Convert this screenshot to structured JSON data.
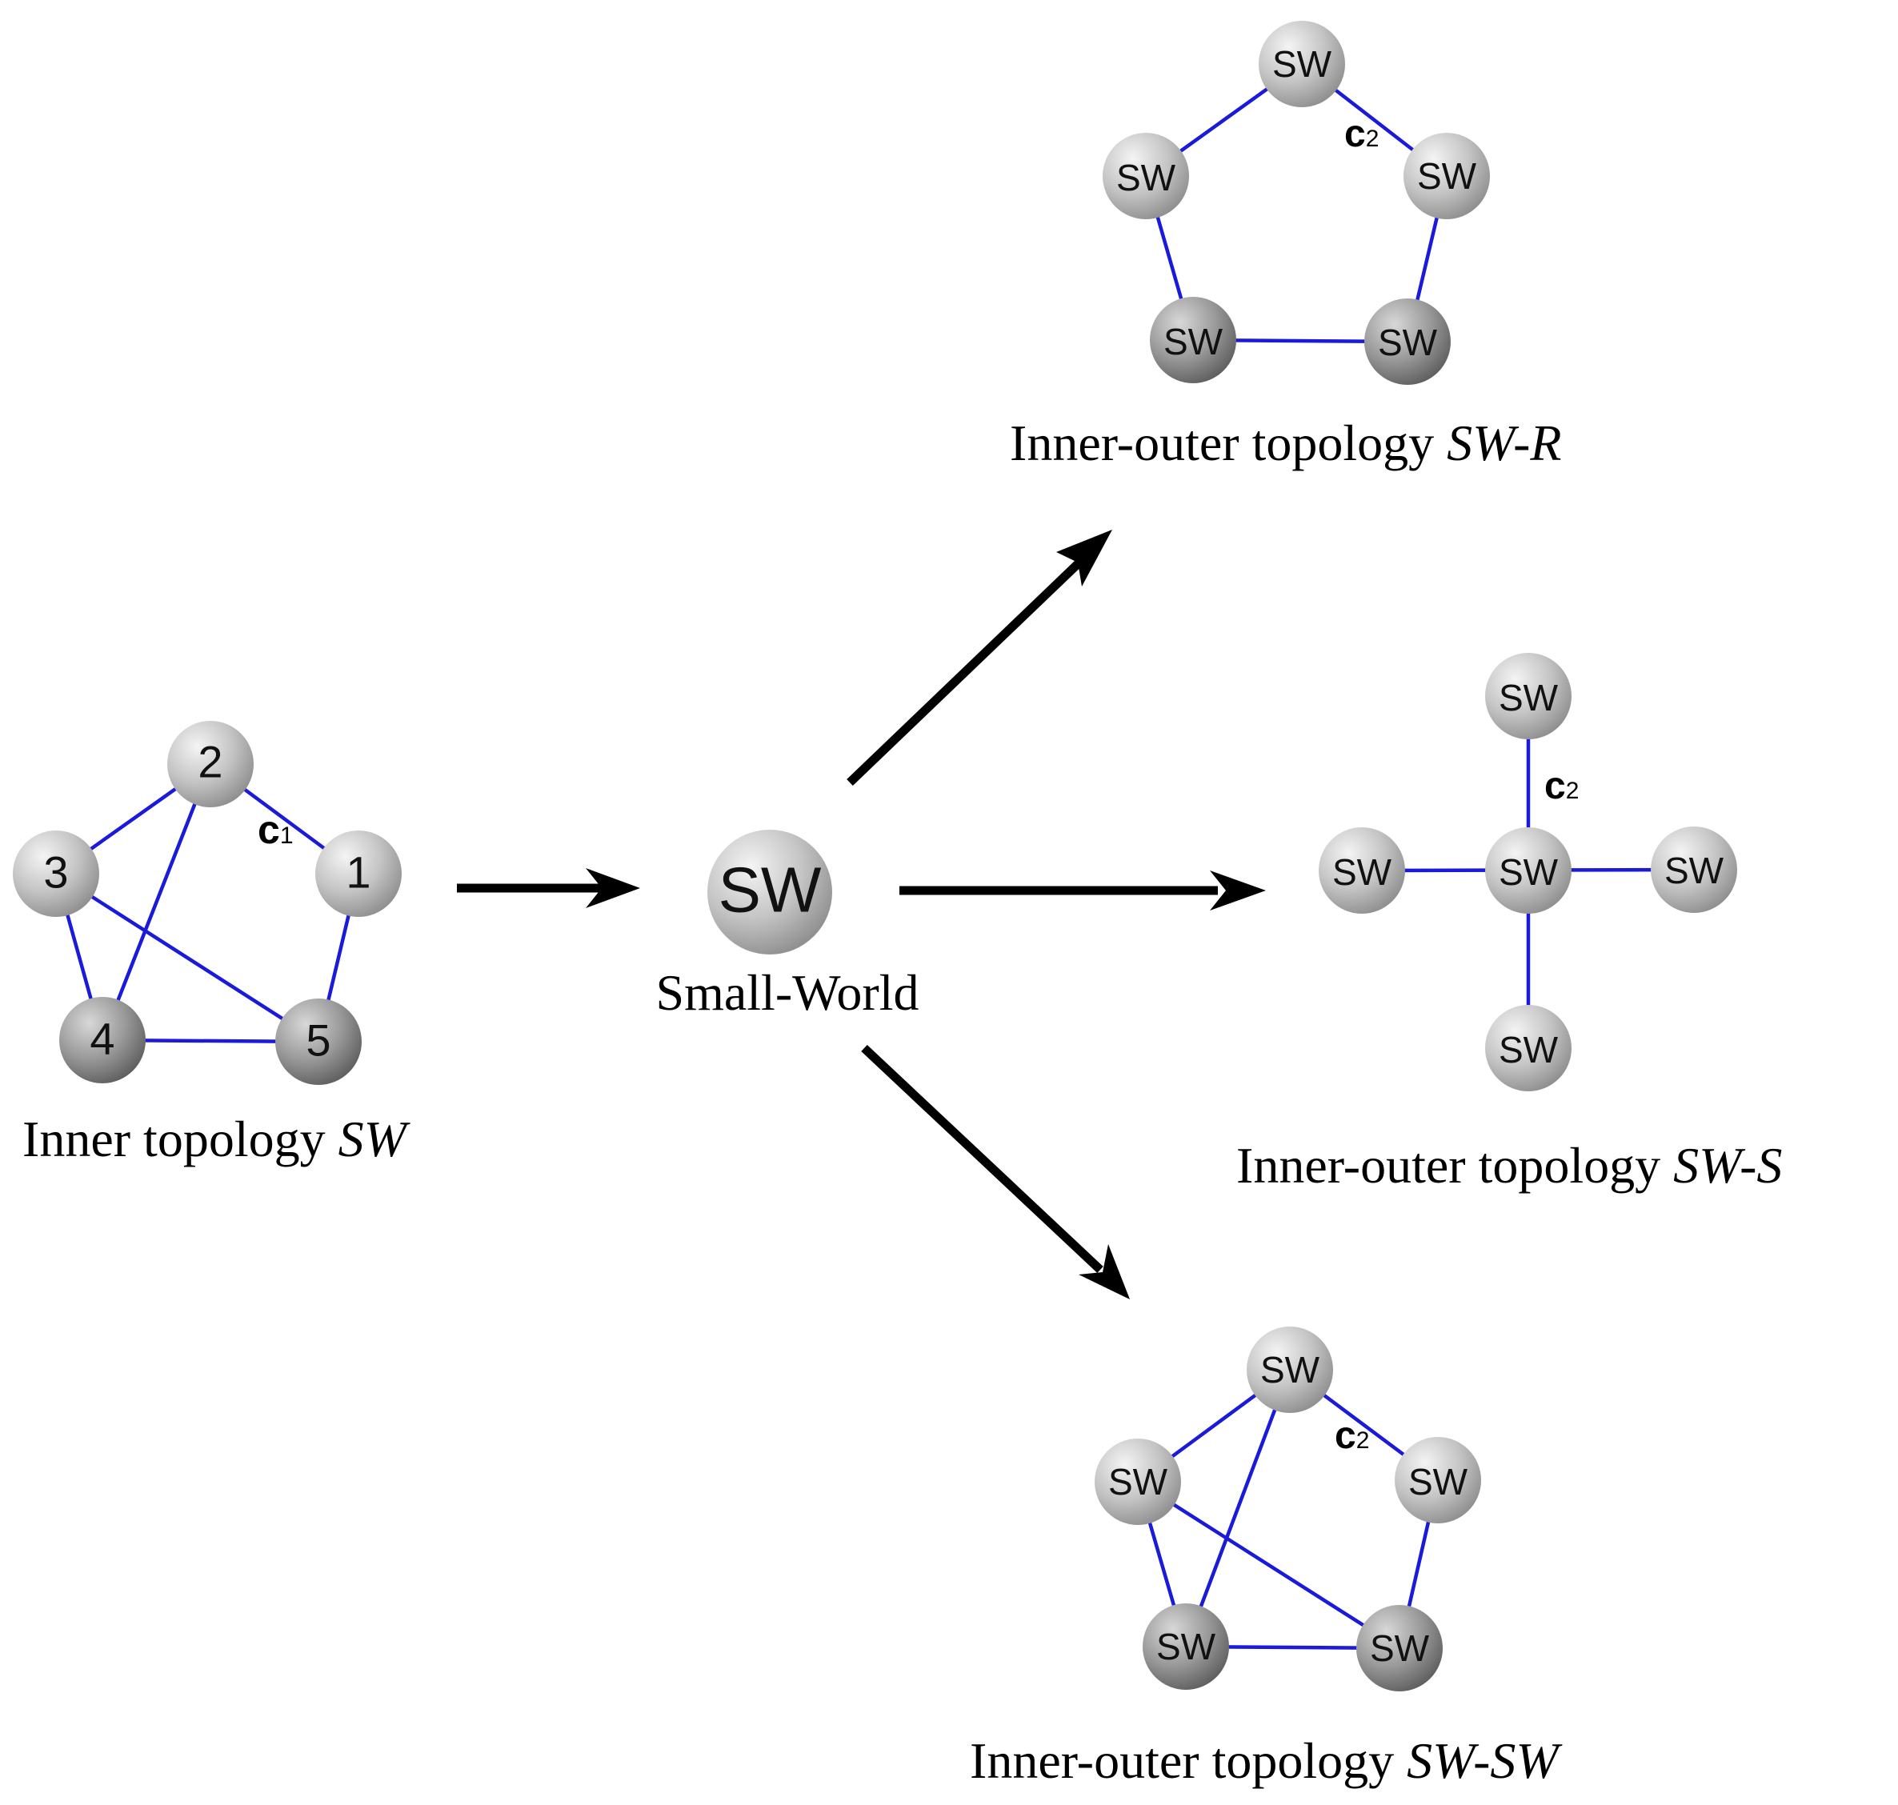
{
  "inner": {
    "nodes": [
      "1",
      "2",
      "3",
      "4",
      "5"
    ],
    "edge_label": "c",
    "edge_label_sub": "1",
    "caption": "Inner topology",
    "caption_italic": "SW"
  },
  "center": {
    "node": "SW",
    "label": "Small-World"
  },
  "ring": {
    "node": "SW",
    "edge_label": "c",
    "edge_label_sub": "2",
    "caption": "Inner-outer topology",
    "caption_italic": "SW-R"
  },
  "star": {
    "node": "SW",
    "edge_label": "c",
    "edge_label_sub": "2",
    "caption": "Inner-outer topology",
    "caption_italic": "SW-S"
  },
  "sw": {
    "node": "SW",
    "edge_label": "c",
    "edge_label_sub": "2",
    "caption": "Inner-outer topology",
    "caption_italic": "SW-SW"
  },
  "colors": {
    "edge": "#1a1adb",
    "arrow": "#000000",
    "node_light": "#f2f2f2",
    "node_dark": "#8c8c8c"
  }
}
